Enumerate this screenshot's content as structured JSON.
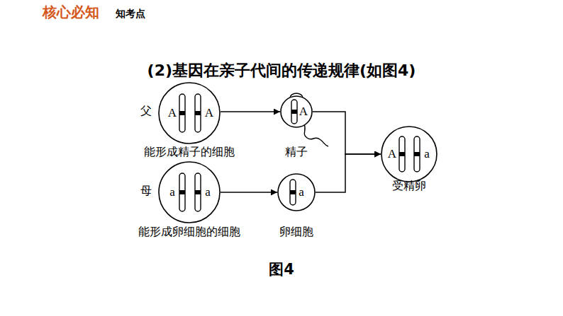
{
  "diagram": {
    "title": "(2)基因在亲子代间的传递规律(如图4)",
    "caption": "图4",
    "nodes": [
      {
        "text": [
          "A",
          "A",
          "能形成精子的细胞"
        ]
      },
      {
        "text": [
          "A",
          "精子"
        ]
      },
      {
        "text": [
          "A",
          "a",
          "受精卵"
        ]
      },
      {
        "text": [
          "a",
          "a",
          "能形成卵细胞的细胞"
        ]
      },
      {
        "text": [
          "a",
          "卵细胞"
        ]
      }
    ],
    "edges": [
      {
        "from": 0,
        "to": 1,
        "arrow": "to"
      },
      {
        "from": 3,
        "to": 4,
        "arrow": "to"
      },
      {
        "from": 1,
        "to": 2,
        "arrow": "to"
      },
      {
        "from": 4,
        "to": 2,
        "arrow": "to"
      }
    ],
    "labels": [
      "核心必知",
      "知考点",
      "父",
      "母"
    ]
  }
}
